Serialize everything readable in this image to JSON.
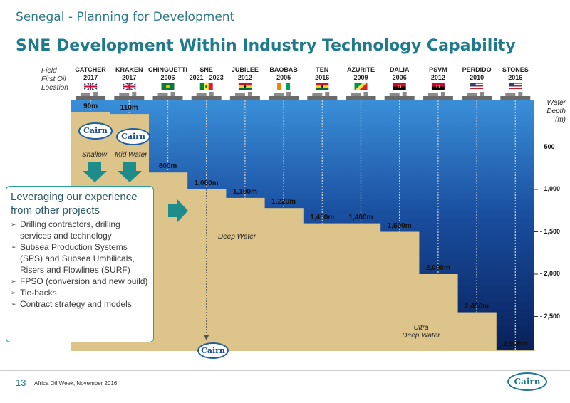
{
  "header": {
    "subtitle": "Senegal - Planning for Development",
    "title": "SNE Development Within Industry Technology Capability"
  },
  "row_labels": {
    "field": "Field",
    "first_oil": "First Oil",
    "location": "Location"
  },
  "axis": {
    "label_line1": "Water",
    "label_line2": "Depth",
    "label_line3": "(m)",
    "ticks": [
      "- 500",
      "- 1,000",
      "- 1,500",
      "- 2,000",
      "- 2,500"
    ]
  },
  "fields": [
    {
      "name": "CATCHER",
      "year": "2017",
      "depth": "90m",
      "flag": "uk-flag",
      "value": 90
    },
    {
      "name": "KRAKEN",
      "year": "2017",
      "depth": "110m",
      "flag": "uk-flag",
      "value": 110
    },
    {
      "name": "CHINGUETTI",
      "year": "2006",
      "depth": "800m",
      "flag": "mauritania-flag",
      "value": 800
    },
    {
      "name": "SNE",
      "year": "2021 - 2023",
      "depth": "1,000m",
      "flag": "senegal-flag",
      "value": 1000
    },
    {
      "name": "JUBILEE",
      "year": "2012",
      "depth": "1,100m",
      "flag": "ghana-flag",
      "value": 1100
    },
    {
      "name": "BAOBAB",
      "year": "2005",
      "depth": "1,220m",
      "flag": "ivory-coast-flag",
      "value": 1220
    },
    {
      "name": "TEN",
      "year": "2016",
      "depth": "1,400m",
      "flag": "ghana-flag",
      "value": 1400
    },
    {
      "name": "AZURITE",
      "year": "2009",
      "depth": "1,400m",
      "flag": "congo-flag",
      "value": 1400
    },
    {
      "name": "DALIA",
      "year": "2006",
      "depth": "1,500m",
      "flag": "angola-flag",
      "value": 1500
    },
    {
      "name": "PSVM",
      "year": "2012",
      "depth": "2,000m",
      "flag": "angola-flag",
      "value": 2000
    },
    {
      "name": "PERDIDO",
      "year": "2010",
      "depth": "2,450m",
      "flag": "usa-flag",
      "value": 2450
    },
    {
      "name": "STONES",
      "year": "2016",
      "depth": "2,900m",
      "flag": "usa-flag",
      "value": 2900
    }
  ],
  "labels": {
    "shallow": "Shallow – Mid Water",
    "deep": "Deep Water",
    "ultra_line1": "Ultra",
    "ultra_line2": "Deep Water",
    "cairn": "Cairn"
  },
  "textbox": {
    "heading_line1": "Leveraging our experience",
    "heading_line2": "from other projects",
    "items": [
      "Drilling contractors, drilling services and technology",
      "Subsea Production Systems (SPS) and Subsea Umbilicals, Risers and Flowlines (SURF)",
      "FPSO (conversion and new build)",
      "Tie-backs",
      "Contract strategy and models"
    ]
  },
  "footer": {
    "page": "13",
    "event": "Africa Oil Week, November 2016"
  },
  "colors": {
    "sea_top": "#3a8fd8",
    "sea_bottom": "#08205a",
    "seabed": "#dcc48a",
    "accent": "#1f7a8c",
    "arrow": "#1f8c8c"
  }
}
